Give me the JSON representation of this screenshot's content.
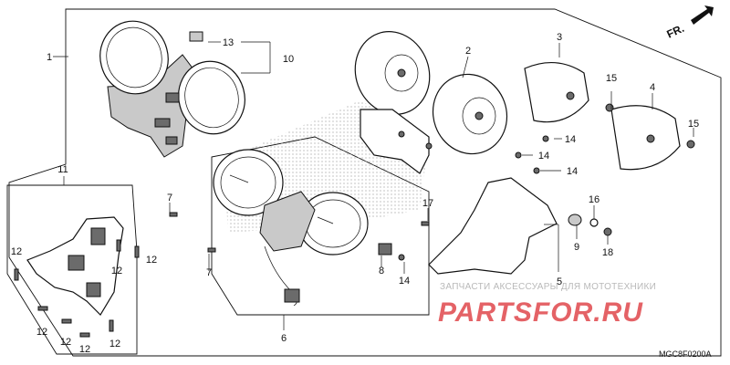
{
  "direction_label": "FR.",
  "diagram_code": "MGC8F0200A",
  "watermark": {
    "line1": "ЗАПЧАСТИ АКСЕССУАРЫ ДЛЯ МОТОТЕХНИКИ",
    "line2": "PARTSFOR.RU"
  },
  "callouts": {
    "c1": "1",
    "c2": "2",
    "c3": "3",
    "c4": "4",
    "c5": "5",
    "c6": "6",
    "c7a": "7",
    "c7b": "7",
    "c8": "8",
    "c9": "9",
    "c10": "10",
    "c11": "11",
    "c12a": "12",
    "c12b": "12",
    "c12c": "12",
    "c12d": "12",
    "c12e": "12",
    "c12f": "12",
    "c12g": "12",
    "c13": "13",
    "c14a": "14",
    "c14b": "14",
    "c14c": "14",
    "c14d": "14",
    "c15a": "15",
    "c15b": "15",
    "c16": "16",
    "c17": "17",
    "c18": "18"
  },
  "colors": {
    "line": "#111111",
    "watermark_red": "#e0474c",
    "watermark_grey": "#b9b9b9"
  }
}
